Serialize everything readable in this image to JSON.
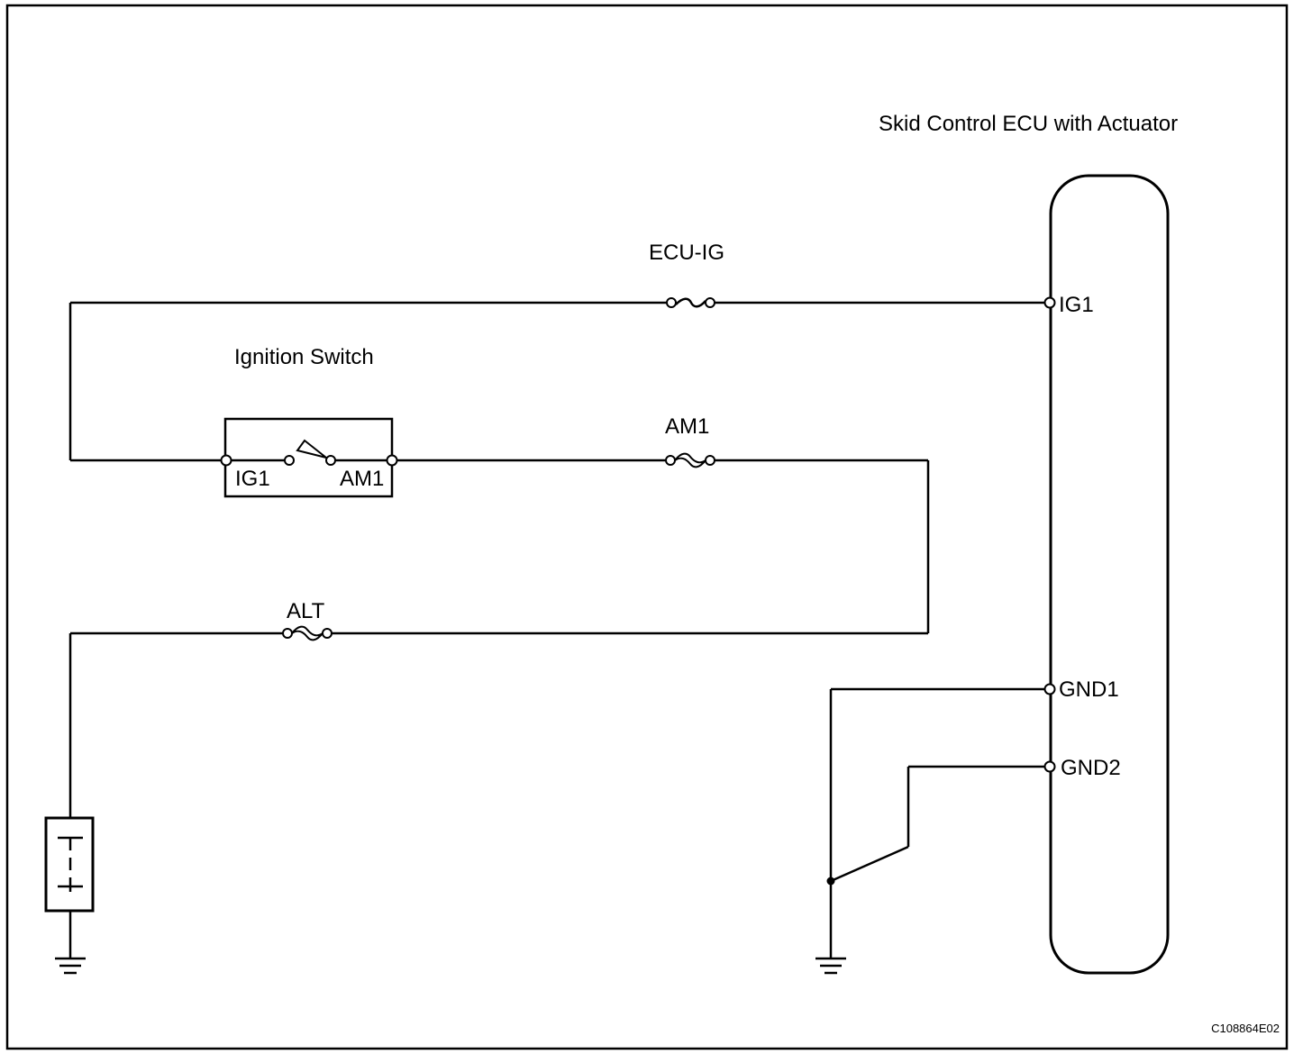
{
  "ecu": {
    "title": "Skid Control ECU with Actuator",
    "pins": {
      "ig1": "IG1",
      "gnd1": "GND1",
      "gnd2": "GND2"
    }
  },
  "ignition_switch": {
    "title": "Ignition Switch",
    "pin_ig1": "IG1",
    "pin_am1": "AM1"
  },
  "fuses": {
    "ecu_ig": "ECU-IG",
    "am1": "AM1",
    "alt": "ALT"
  },
  "figure_code": "C108864E02"
}
